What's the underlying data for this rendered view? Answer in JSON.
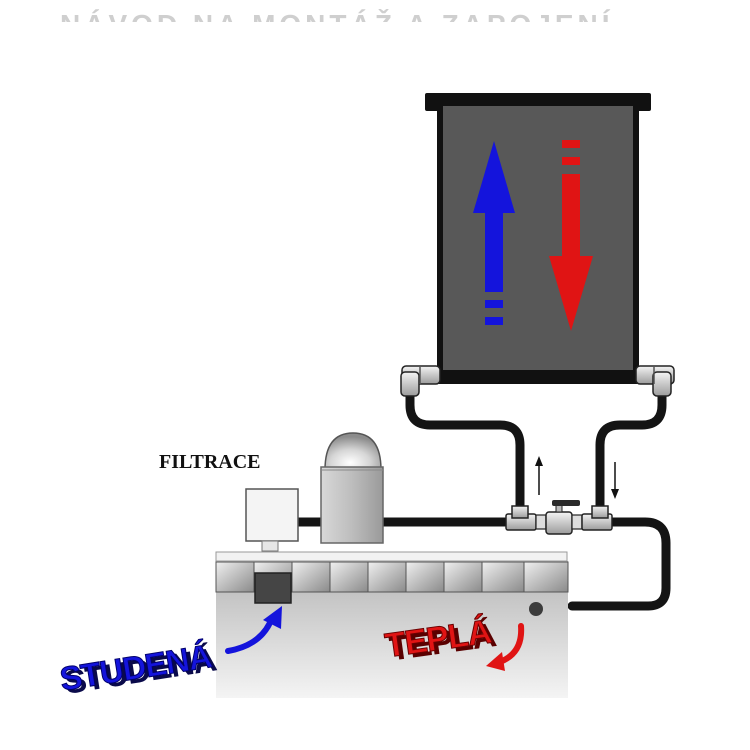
{
  "labels": {
    "title": "NÁVOD NA MONTÁŽ A ZAPOJENÍ",
    "filtrace": "FILTRACE",
    "studena": "STUDENÁ",
    "tepla": "TEPLÁ"
  },
  "colors": {
    "panel": "#585858",
    "frame": "#111111",
    "pipe": "#141414",
    "cold": "#1414dc",
    "hot": "#e01414",
    "pool_top": "#b8b8b8",
    "pool_bottom": "#f2f2f2"
  },
  "icons": {
    "up_flow": "up-arrow-icon",
    "down_flow": "down-arrow-icon"
  }
}
